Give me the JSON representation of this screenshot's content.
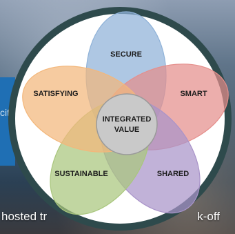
{
  "background": {
    "side_text": "cit",
    "caption_left": "hosted tr",
    "caption_right": "k-off"
  },
  "diagram": {
    "center": {
      "line1": "INTEGRATED",
      "line2": "VALUE",
      "color": "#c9c9c9"
    },
    "petals": [
      {
        "id": "secure",
        "label": "SECURE",
        "color": "#8fb2d8"
      },
      {
        "id": "smart",
        "label": "SMART",
        "color": "#e58f8c"
      },
      {
        "id": "shared",
        "label": "SHARED",
        "color": "#a994c9"
      },
      {
        "id": "sustainable",
        "label": "SUSTAINABLE",
        "color": "#a9c67d"
      },
      {
        "id": "satisfying",
        "label": "SATISFYING",
        "color": "#f3b77b"
      }
    ],
    "ring_color": "#2e4a4c"
  }
}
